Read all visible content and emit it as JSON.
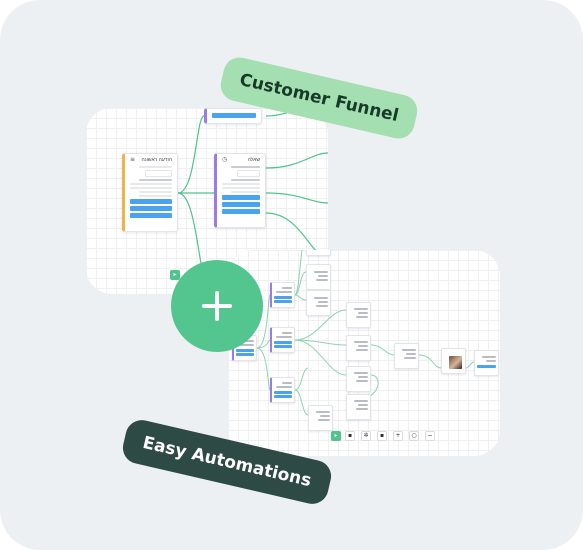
{
  "tags": {
    "customer_funnel": "Customer Funnel",
    "easy_automations": "Easy Automations"
  },
  "funnel_canvas": {
    "card_left_title": "הודעה ראשונה",
    "card_mid_title": "שאלה"
  },
  "toolbar_icons": [
    "play-icon",
    "folder-icon",
    "gear-icon",
    "lock-icon",
    "zoom-in-icon",
    "search-icon",
    "zoom-out-icon"
  ],
  "colors": {
    "accent_green": "#52c68e",
    "funnel_tag": "#a3dfb1",
    "automation_tag": "#2e4a45",
    "button_blue": "#4aa3ef",
    "card_orange": "#f2b04f",
    "card_purple": "#9b7be6"
  }
}
